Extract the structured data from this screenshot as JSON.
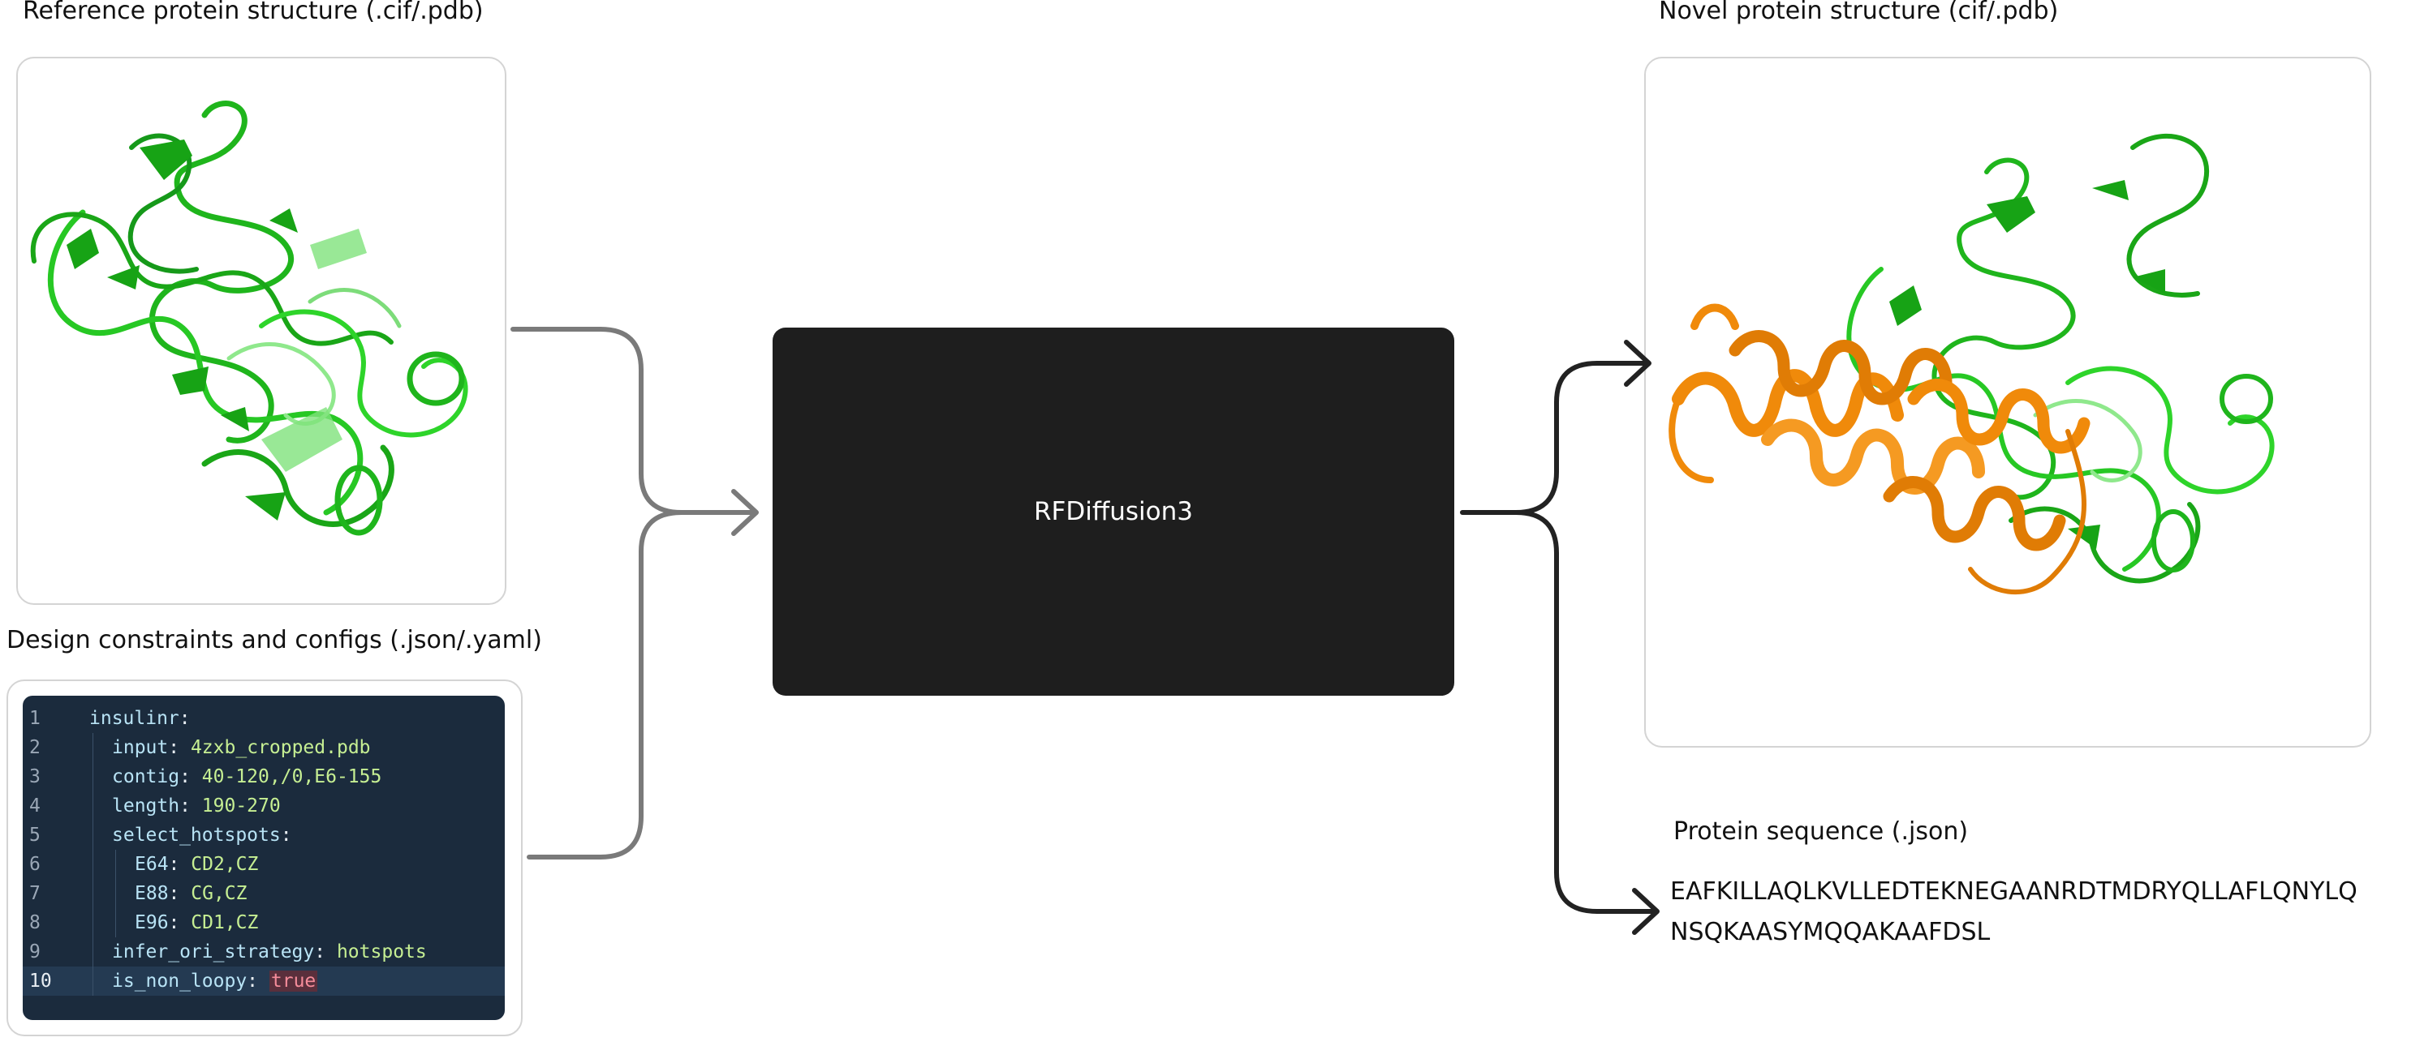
{
  "inputs": {
    "reference_label": "Reference protein structure (.cif/.pdb)",
    "config_label": "Design constraints and configs (.json/.yaml)"
  },
  "model": {
    "name": "RFDiffusion3"
  },
  "outputs": {
    "structure_label": "Novel protein structure (cif/.pdb)",
    "sequence_label": "Protein sequence (.json)",
    "sequence_lines": [
      "EAFKILLAQLKVLLEDTEKNEGAANRDTMDRYQLLAFLQNYLQ",
      "NSQKAASYMQQAKAAFDSL"
    ]
  },
  "config_code": [
    {
      "n": "1",
      "key": "insulinr",
      "value": ""
    },
    {
      "n": "2",
      "key": "input",
      "value": "4zxb_cropped.pdb"
    },
    {
      "n": "3",
      "key": "contig",
      "value": "40-120,/0,E6-155"
    },
    {
      "n": "4",
      "key": "length",
      "value": "190-270"
    },
    {
      "n": "5",
      "key": "select_hotspots",
      "value": ""
    },
    {
      "n": "6",
      "key": "E64",
      "value": "CD2,CZ"
    },
    {
      "n": "7",
      "key": "E88",
      "value": "CG,CZ"
    },
    {
      "n": "8",
      "key": "E96",
      "value": "CD1,CZ"
    },
    {
      "n": "9",
      "key": "infer_ori_strategy",
      "value": "hotspots"
    },
    {
      "n": "10",
      "key": "is_non_loopy",
      "value": "true"
    }
  ],
  "colors": {
    "protein_green": "#22c41e",
    "designed_orange": "#f08a0a",
    "input_arrow": "#7a7a7a",
    "output_arrow": "#222222"
  }
}
